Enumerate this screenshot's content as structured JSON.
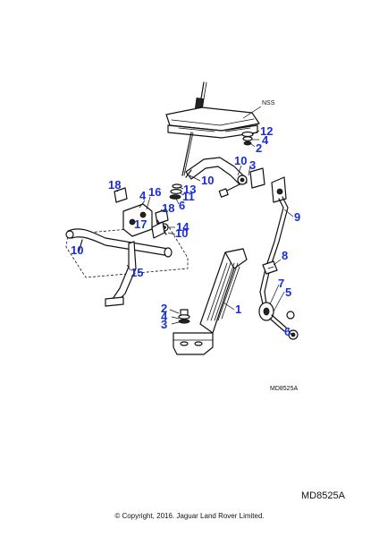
{
  "diagram": {
    "nss_label": "NSS",
    "small_ref": "MD8525A",
    "callouts": [
      "12",
      "4",
      "2",
      "10",
      "3",
      "10",
      "13",
      "11",
      "6",
      "9",
      "18",
      "4",
      "16",
      "18",
      "17",
      "14",
      "10",
      "10",
      "15",
      "8",
      "7",
      "5",
      "1",
      "6",
      "2",
      "4",
      "3"
    ]
  },
  "footer": {
    "reference": "MD8525A",
    "copyright": "© Copyright, 2016. Jaguar Land Rover Limited."
  },
  "colors": {
    "callout": "#1a2fd6",
    "line": "#111111"
  }
}
